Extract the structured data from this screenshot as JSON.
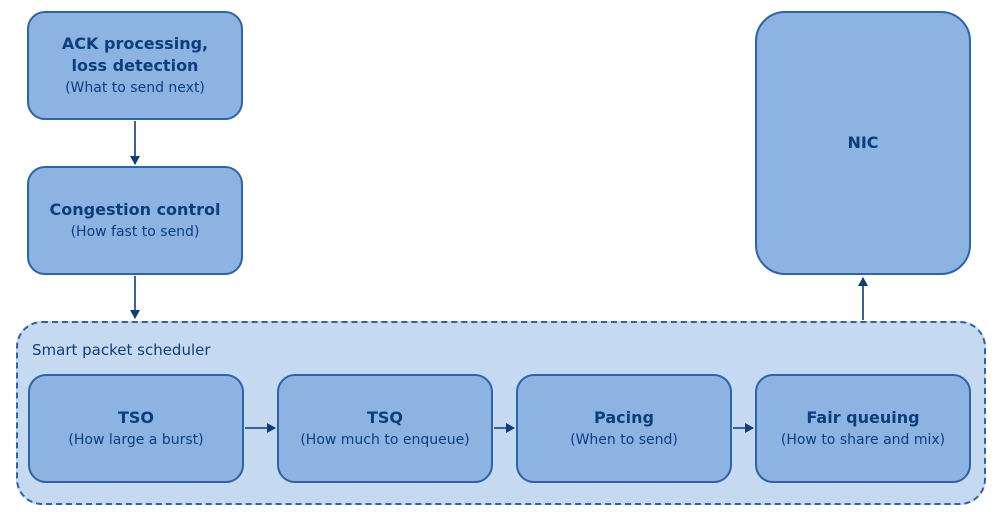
{
  "diagram": {
    "ack": {
      "line1": "ACK processing,",
      "line2": "loss detection",
      "sub": "(What to send next)"
    },
    "congestion": {
      "title": "Congestion control",
      "sub": "(How fast to send)"
    },
    "nic": {
      "title": "NIC"
    },
    "scheduler": {
      "label": "Smart packet scheduler",
      "tso": {
        "title": "TSO",
        "sub": "(How large a burst)"
      },
      "tsq": {
        "title": "TSQ",
        "sub": "(How much to enqueue)"
      },
      "pacing": {
        "title": "Pacing",
        "sub": "(When to send)"
      },
      "fair": {
        "title": "Fair queuing",
        "sub": "(How to share and mix)"
      }
    }
  }
}
